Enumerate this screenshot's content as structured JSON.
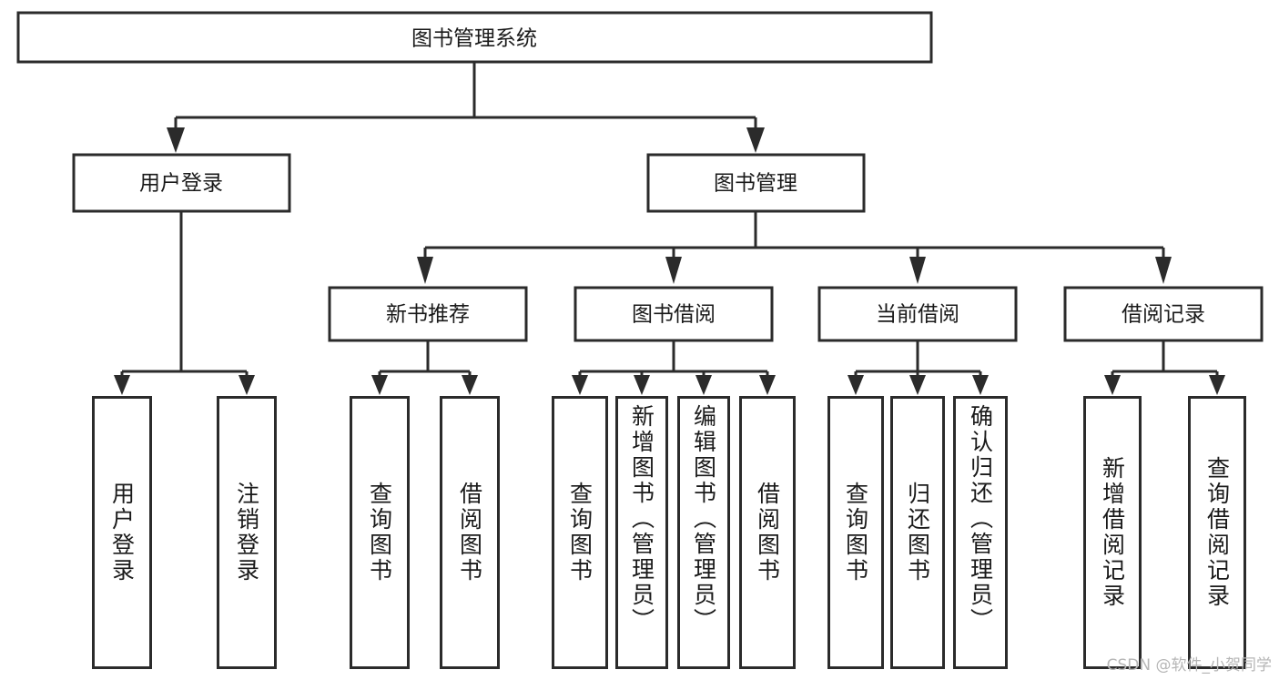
{
  "diagram": {
    "type": "tree",
    "title": "图书管理系统",
    "orientation": "top-down",
    "watermark": "CSDN @软件_小贺同学",
    "colors": {
      "stroke": "#2b2b2b",
      "fill": "#ffffff",
      "text": "#1a1a1a",
      "watermark": "#b6b6b6",
      "background": "#ffffff"
    },
    "levels": {
      "root": [
        "图书管理系统"
      ],
      "level2": [
        "用户登录",
        "图书管理"
      ],
      "level3": [
        "新书推荐",
        "图书借阅",
        "当前借阅",
        "借阅记录"
      ],
      "leaves": [
        "用户登录",
        "注销登录",
        "查询图书",
        "借阅图书",
        "查询图书",
        "新增图书（管理员）",
        "编辑图书（管理员）",
        "借阅图书",
        "查询图书",
        "归还图书",
        "确认归还（管理员）",
        "新增借阅记录",
        "查询借阅记录"
      ]
    },
    "nodes": {
      "root": {
        "label": "图书管理系统"
      },
      "user_login": {
        "label": "用户登录"
      },
      "book_manage": {
        "label": "图书管理"
      },
      "new_book_rec": {
        "label": "新书推荐"
      },
      "book_borrow": {
        "label": "图书借阅"
      },
      "current_borrow": {
        "label": "当前借阅"
      },
      "borrow_record": {
        "label": "借阅记录"
      },
      "leaf_user_login": {
        "label": "用户登录"
      },
      "leaf_logout": {
        "label": "注销登录"
      },
      "leaf_query_book_a": {
        "label": "查询图书"
      },
      "leaf_borrow_book_a": {
        "label": "借阅图书"
      },
      "leaf_query_book_b": {
        "label": "查询图书"
      },
      "leaf_add_book_admin": {
        "label": "新增图书（管理员）"
      },
      "leaf_edit_book_admin": {
        "label": "编辑图书（管理员）"
      },
      "leaf_borrow_book_b": {
        "label": "借阅图书"
      },
      "leaf_query_book_c": {
        "label": "查询图书"
      },
      "leaf_return_book": {
        "label": "归还图书"
      },
      "leaf_confirm_return_admin": {
        "label": "确认归还（管理员）"
      },
      "leaf_add_record": {
        "label": "新增借阅记录"
      },
      "leaf_query_record": {
        "label": "查询借阅记录"
      }
    }
  }
}
